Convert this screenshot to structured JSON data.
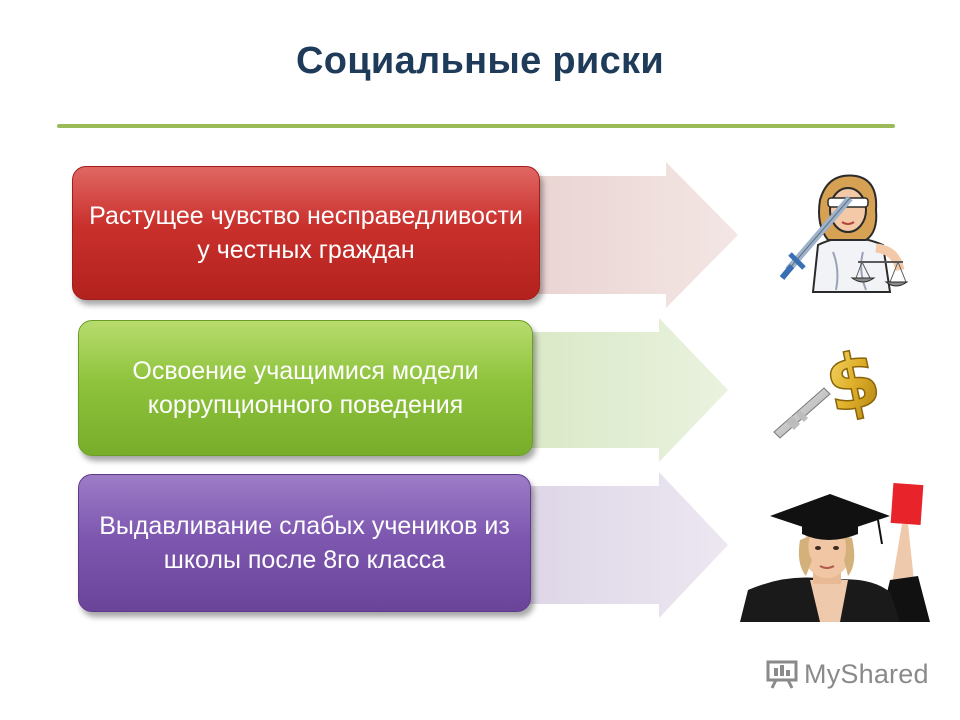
{
  "slide": {
    "title": "Социальные риски"
  },
  "risks": [
    {
      "text": "Растущее чувство несправедливости у честных граждан",
      "color": "#c9302c",
      "icon": "lady-justice-icon"
    },
    {
      "text": "Освоение учащимися модели коррупционного поведения",
      "color": "#8fc33d",
      "icon": "dollar-key-icon"
    },
    {
      "text": "Выдавливание слабых учеников из школы после 8го класса",
      "color": "#7e58b0",
      "icon": "graduate-red-card-icon"
    }
  ],
  "watermark": {
    "brand": "MyShared"
  },
  "colors": {
    "title": "#1f3b5a",
    "rule": "#9bbb59"
  }
}
